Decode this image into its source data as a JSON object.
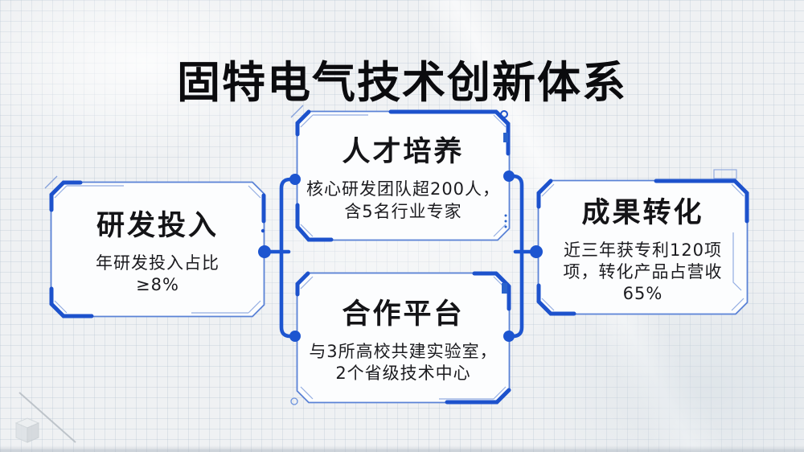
{
  "title": "固特电气技术创新体系",
  "colors": {
    "accent_blue": "#1d55d0",
    "frame_blue": "#5a82d6",
    "frame_light_blue": "#93ade2",
    "title_black": "#0b0b0e",
    "card_fill": "#fcfdfe",
    "background": "#eff1f3"
  },
  "cards": [
    {
      "id": "research",
      "title": "研发投入",
      "lines": [
        "年研发投入占比",
        "≥8%"
      ]
    },
    {
      "id": "talent",
      "title": "人才培养",
      "lines": [
        "核心研发团队超200人，",
        "含5名行业专家"
      ]
    },
    {
      "id": "platform",
      "title": "合作平台",
      "lines": [
        "与3所高校共建实验室，",
        "2个省级技术中心"
      ]
    },
    {
      "id": "results",
      "title": "成果转化",
      "lines": [
        "近三年获专利120项",
        "项，转化产品占营收",
        "65%"
      ]
    }
  ],
  "decorations": {
    "cube_icon": "cube-icon",
    "diagonal_line": "diagonal-line-decoration"
  }
}
